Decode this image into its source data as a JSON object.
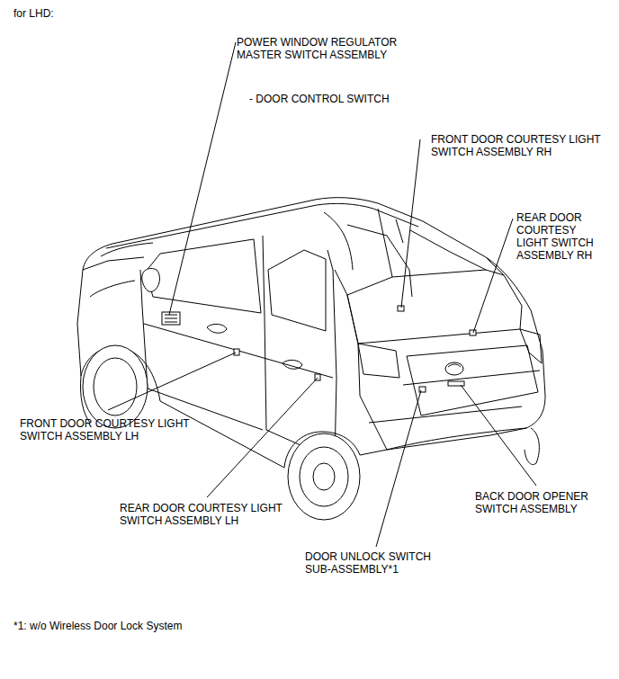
{
  "diagram": {
    "title": "for LHD:",
    "caption": "*1: w/o Wireless Door Lock System",
    "labels": [
      "POWER WINDOW REGULATOR MASTER SWITCH ASSEMBLY",
      "- DOOR CONTROL SWITCH",
      "FRONT DOOR COURTESY LIGHT SWITCH ASSEMBLY RH",
      "REAR DOOR COURTESY LIGHT SWITCH ASSEMBLY RH",
      "FRONT DOOR COURTESY LIGHT SWITCH ASSEMBLY LH",
      "REAR DOOR COURTESY LIGHT SWITCH ASSEMBLY LH",
      "BACK DOOR OPENER SWITCH ASSEMBLY",
      "DOOR UNLOCK SWITCH SUB-ASSEMBLY*1"
    ]
  }
}
